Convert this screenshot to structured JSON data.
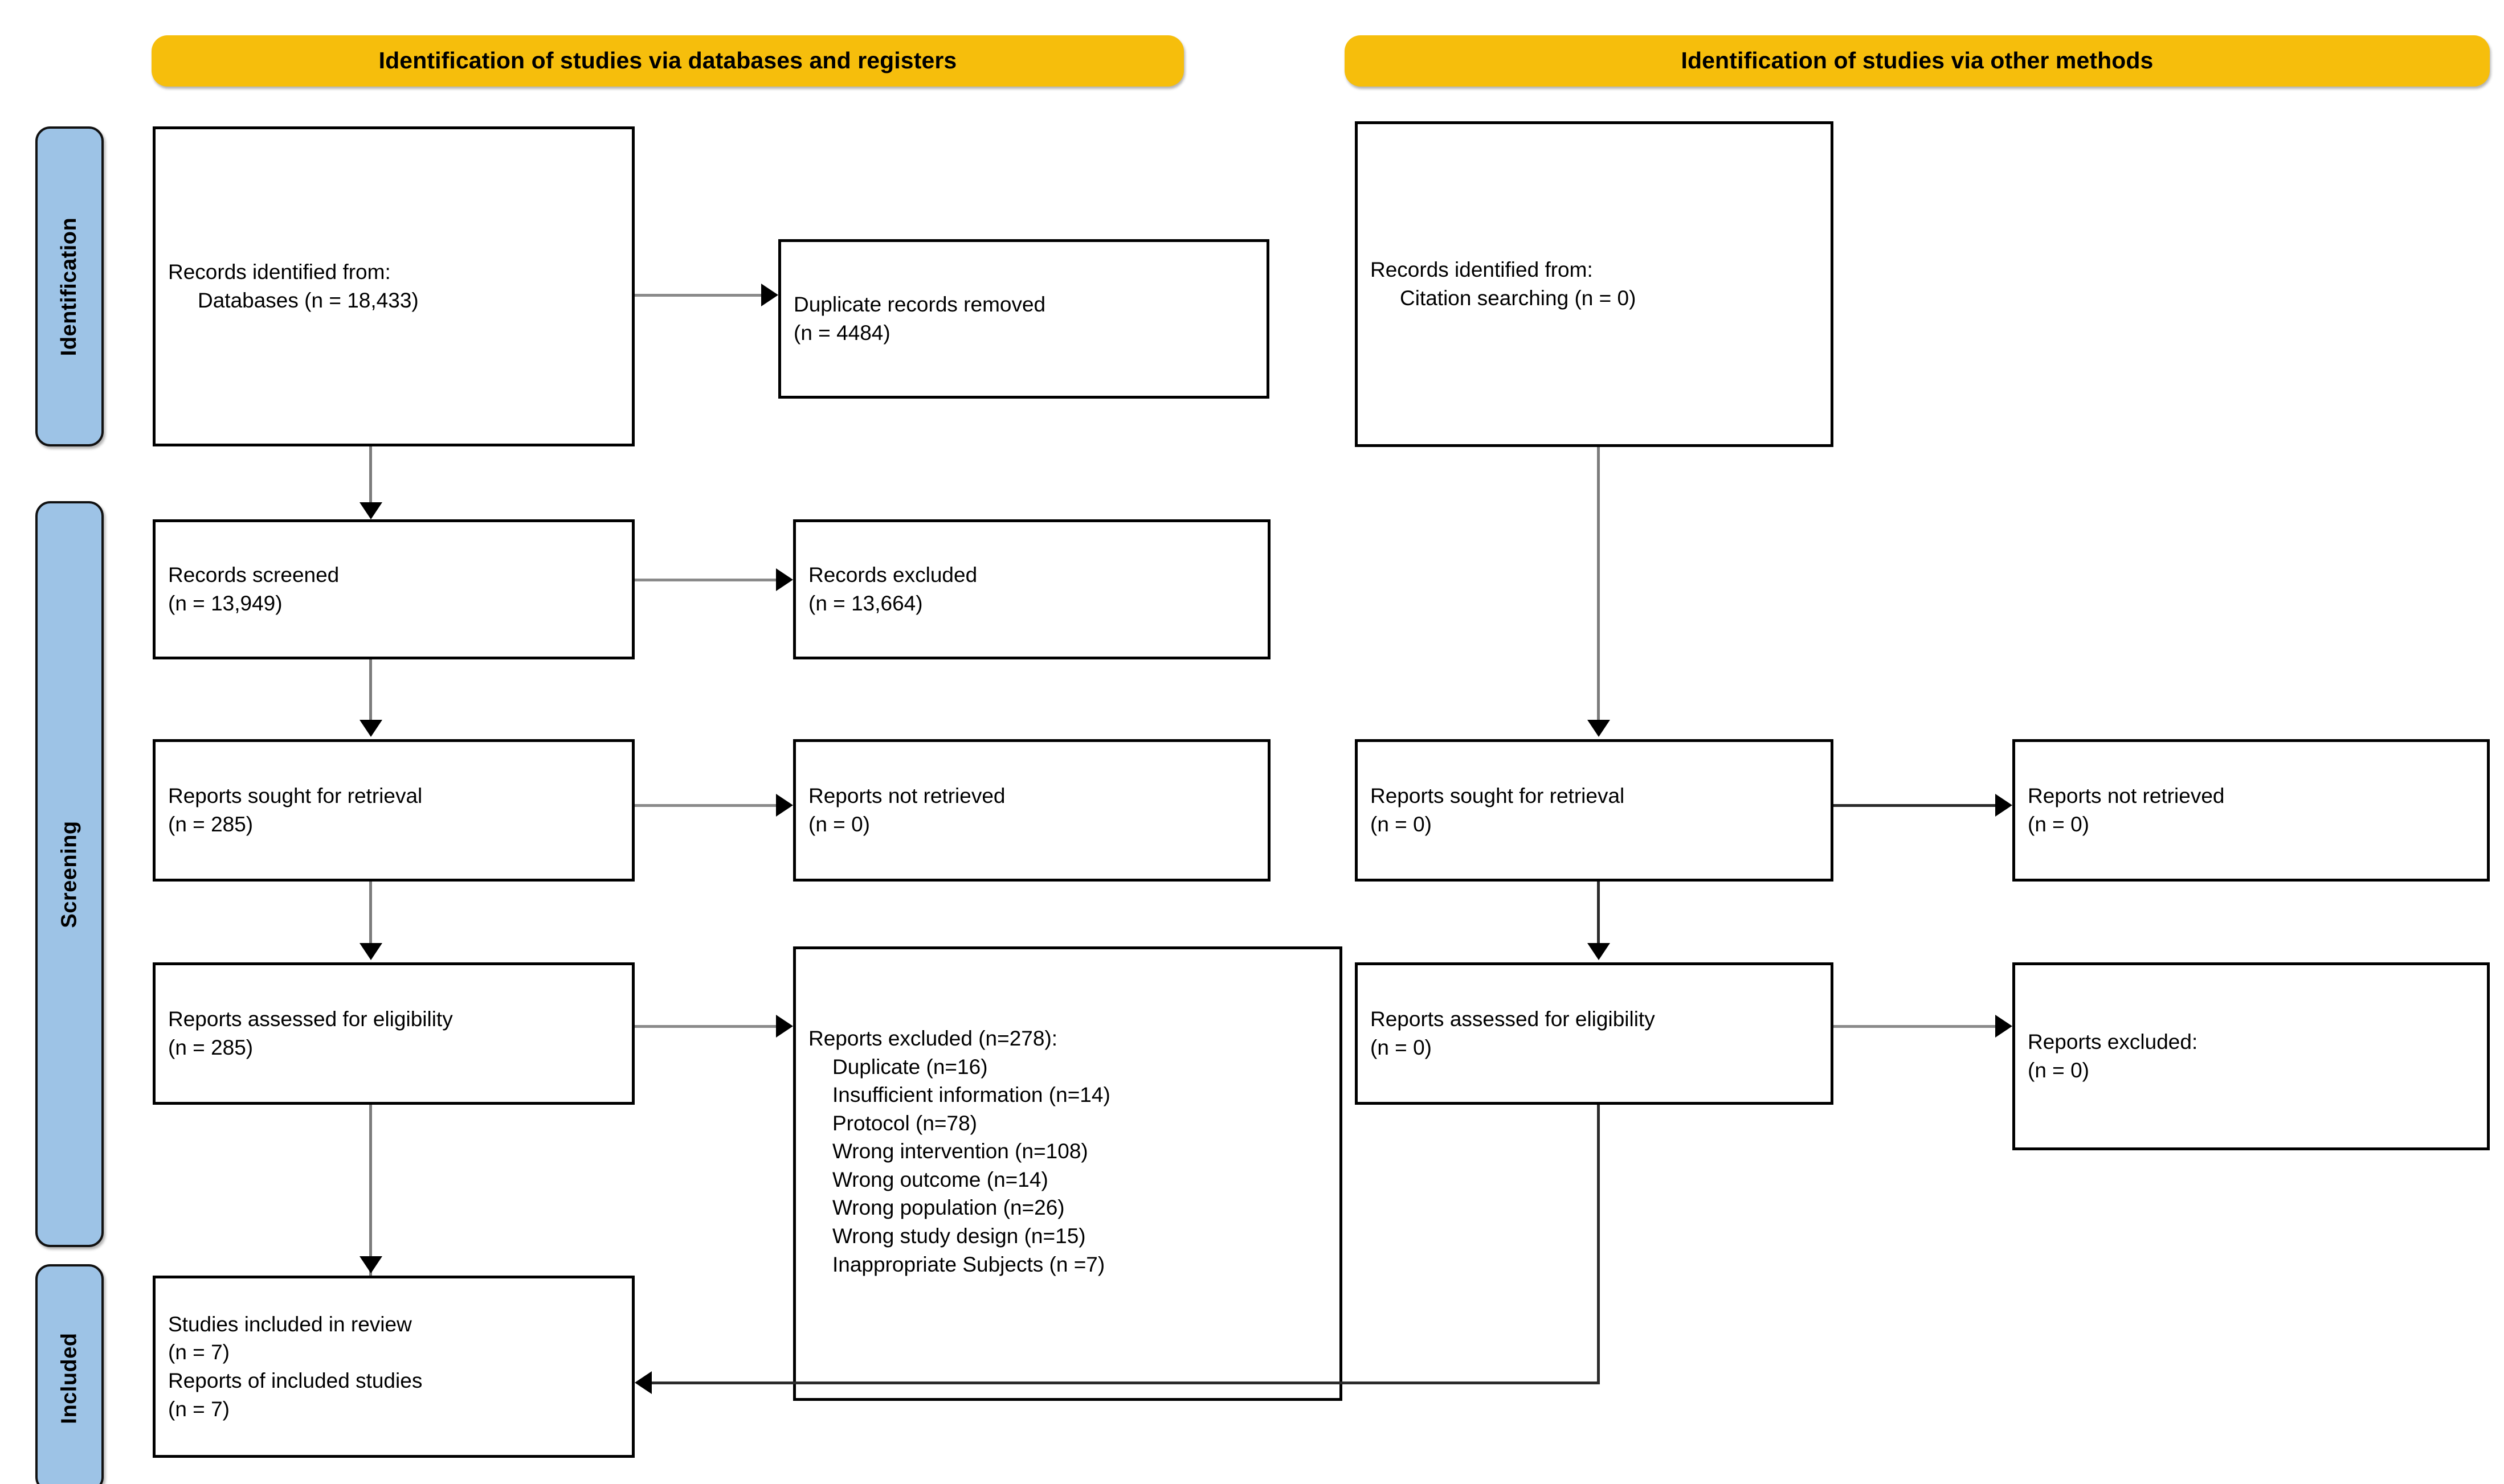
{
  "diagram": {
    "title": "PRISMA 2020 flow diagram",
    "colors": {
      "header_bar": "#F6BE0C",
      "stage_rail": "#9DC3E6",
      "box_border": "#000000",
      "connector": "#8a8a8a",
      "text": "#000000",
      "background": "#ffffff"
    }
  },
  "headers": [
    {
      "id": "databases",
      "label": "Identification of studies via databases and registers"
    },
    {
      "id": "other",
      "label": "Identification of studies via other methods"
    }
  ],
  "stages": [
    {
      "id": "identification",
      "label": "Identification"
    },
    {
      "id": "screening",
      "label": "Screening"
    },
    {
      "id": "included",
      "label": "Included"
    }
  ],
  "left_column": {
    "records_identified": {
      "lines": [
        "Records identified from:",
        "Databases (n = 18,433)"
      ],
      "count": 18433
    },
    "duplicates_removed": {
      "lines": [
        "Duplicate records removed",
        "(n = 4484)"
      ],
      "count": 4484
    },
    "records_screened": {
      "lines": [
        "Records screened",
        "(n = 13,949)"
      ],
      "count": 13949
    },
    "records_excluded": {
      "lines": [
        "Records excluded",
        "(n = 13,664)"
      ],
      "count": 13664
    },
    "reports_sought": {
      "lines": [
        "Reports sought for retrieval",
        "(n = 285)"
      ],
      "count": 285
    },
    "reports_not_retrieved": {
      "lines": [
        "Reports not retrieved",
        "(n = 0)"
      ],
      "count": 0
    },
    "reports_assessed": {
      "lines": [
        "Reports assessed for eligibility",
        "(n = 285)"
      ],
      "count": 285
    },
    "reports_excluded": {
      "heading": "Reports excluded (n=278):",
      "total": 278,
      "reasons": [
        {
          "label": "Duplicate (n=16)",
          "n": 16
        },
        {
          "label": "Insufficient information (n=14)",
          "n": 14
        },
        {
          "label": "Protocol (n=78)",
          "n": 78
        },
        {
          "label": "Wrong intervention (n=108)",
          "n": 108
        },
        {
          "label": "Wrong outcome (n=14)",
          "n": 14
        },
        {
          "label": "Wrong population (n=26)",
          "n": 26
        },
        {
          "label": "Wrong study design (n=15)",
          "n": 15
        },
        {
          "label": "Inappropriate Subjects (n =7)",
          "n": 7
        }
      ]
    },
    "studies_included": {
      "lines": [
        "Studies included in review",
        "(n = 7)",
        "Reports of included studies",
        "(n = 7)"
      ],
      "studies": 7,
      "reports": 7
    }
  },
  "right_column": {
    "records_identified": {
      "lines": [
        "Records identified from:",
        "Citation searching (n = 0)"
      ],
      "count": 0
    },
    "reports_sought": {
      "lines": [
        "Reports sought for retrieval",
        "(n = 0)"
      ],
      "count": 0
    },
    "reports_not_retrieved": {
      "lines": [
        "Reports not retrieved",
        "(n = 0)"
      ],
      "count": 0
    },
    "reports_assessed": {
      "lines": [
        "Reports assessed for eligibility",
        "(n = 0)"
      ],
      "count": 0
    },
    "reports_excluded": {
      "lines": [
        "Reports excluded:",
        "(n = 0)"
      ],
      "count": 0
    }
  }
}
